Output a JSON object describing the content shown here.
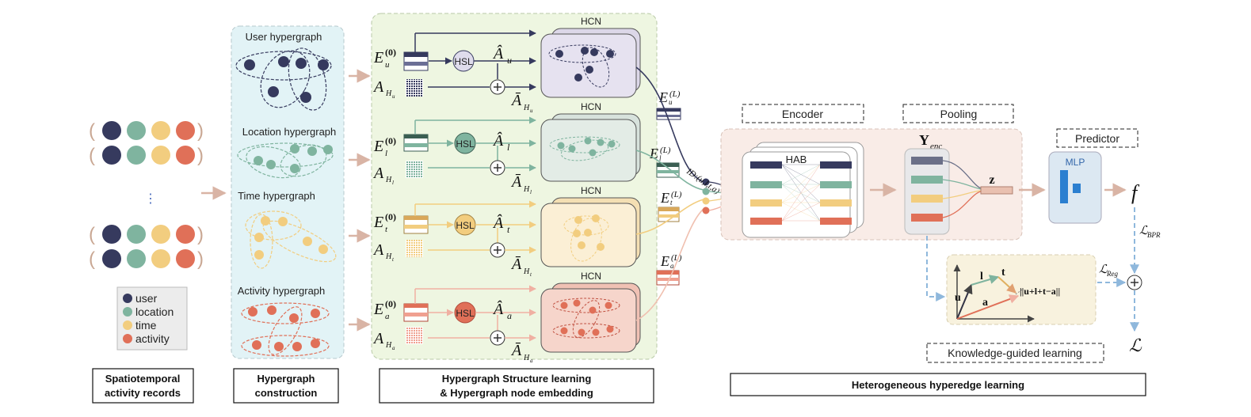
{
  "records": {
    "dots": "⋮",
    "legend": {
      "user": "user",
      "location": "location",
      "time": "time",
      "activity": "activity"
    },
    "caption_line1": "Spatiotemporal",
    "caption_line2": "activity records"
  },
  "construction": {
    "user_title": "User hypergraph",
    "location_title": "Location hypergraph",
    "time_title": "Time hypergraph",
    "activity_title": "Activity hypergraph",
    "caption_line1": "Hypergraph",
    "caption_line2": "construction"
  },
  "structure": {
    "hsl_label": "HSL",
    "hcn_label": "HCN",
    "caption_line1": "Hypergraph Structure learning",
    "caption_line2": "& Hypergraph node embedding",
    "sym": {
      "E": "E",
      "sup0": "(0)",
      "supL": "(L)",
      "A": "A",
      "Ahat": "Â",
      "Abar": "Ā",
      "H": "H",
      "u": "u",
      "l": "l",
      "t": "t",
      "a": "a"
    },
    "id_label": "ID:(u,l,t,a)"
  },
  "heterogeneous": {
    "encoder_label": "Encoder",
    "hab_label": "HAB",
    "pooling_label": "Pooling",
    "y_enc": "Y",
    "y_sub": "enc",
    "z_label": "z",
    "predictor_label": "Predictor",
    "mlp_label": "MLP",
    "f_label": "f",
    "loss_bpr": "ℒ",
    "loss_bpr_sub": "BPR",
    "loss_reg": "ℒ",
    "loss_reg_sub": "Reg",
    "loss_total": "ℒ",
    "vec_u": "u",
    "vec_l": "l",
    "vec_t": "t",
    "vec_a": "a",
    "norm_expr": "||u+l+t−a||",
    "knowledge_label": "Knowledge-guided learning",
    "caption": "Heterogeneous hyperedge learning"
  },
  "colors": {
    "user": "#363a5e",
    "location": "#7fb49f",
    "time": "#f2cd7f",
    "activity": "#e07058",
    "arrow_pink": "#d9b4a5",
    "construction_bg": "#e2f3f6",
    "structure_bg": "#eef6e1",
    "hetero_bg": "#f9ece7",
    "knowledge_bg": "#f8f2de",
    "mlp_bg": "#dce8f2",
    "mlp_bar": "#2b7fd0",
    "dashed_blue": "#8fb8dc"
  }
}
